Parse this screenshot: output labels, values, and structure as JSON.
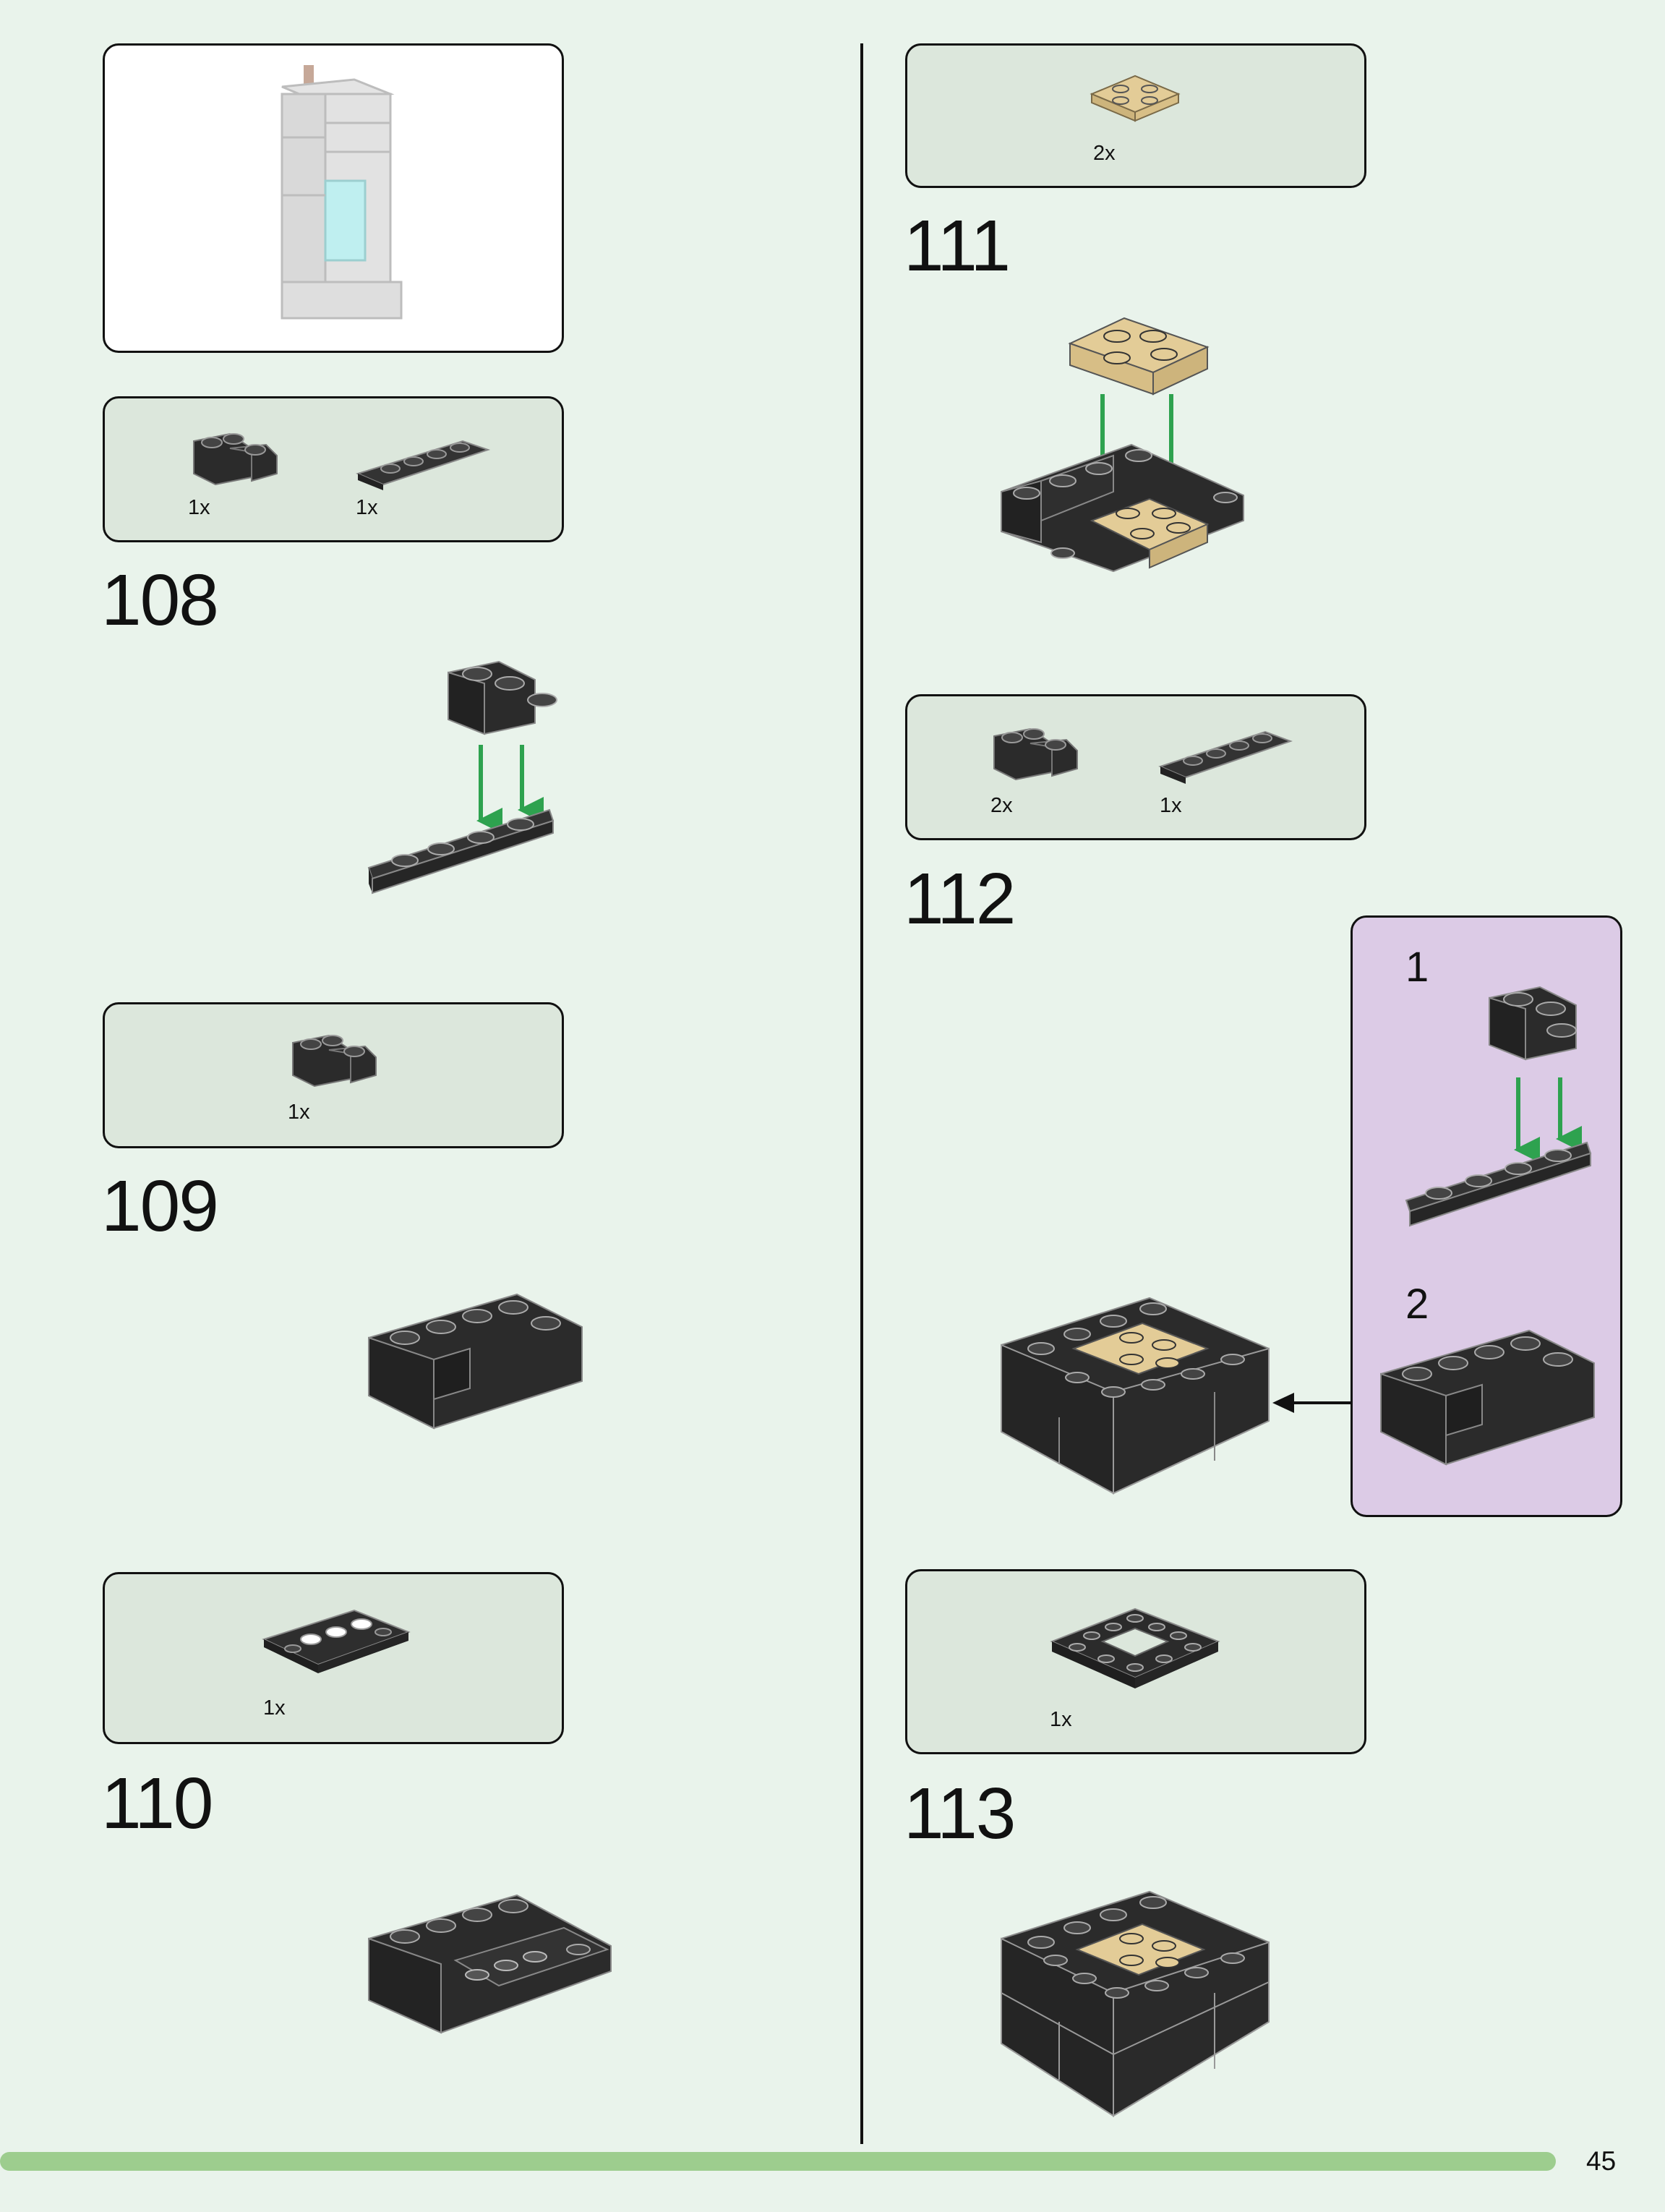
{
  "page_number": "45",
  "steps": [
    {
      "number": "108",
      "parts": [
        {
          "qty": "1x"
        },
        {
          "qty": "1x"
        }
      ]
    },
    {
      "number": "109",
      "parts": [
        {
          "qty": "1x"
        }
      ]
    },
    {
      "number": "110",
      "parts": [
        {
          "qty": "1x"
        }
      ]
    },
    {
      "number": "111",
      "parts": [
        {
          "qty": "2x"
        }
      ]
    },
    {
      "number": "112",
      "parts": [
        {
          "qty": "2x"
        },
        {
          "qty": "1x"
        }
      ],
      "substeps": [
        "1",
        "2"
      ]
    },
    {
      "number": "113",
      "parts": [
        {
          "qty": "1x"
        }
      ]
    }
  ],
  "colors": {
    "background": "#e9f3eb",
    "parts_box": "#dce7dc",
    "substep_box": "#dccbe6",
    "brick_black": "#2b2b2b",
    "brick_tan": "#e3cc97",
    "arrow_green": "#2ea24f",
    "progress_bar": "#9dcd8e"
  }
}
